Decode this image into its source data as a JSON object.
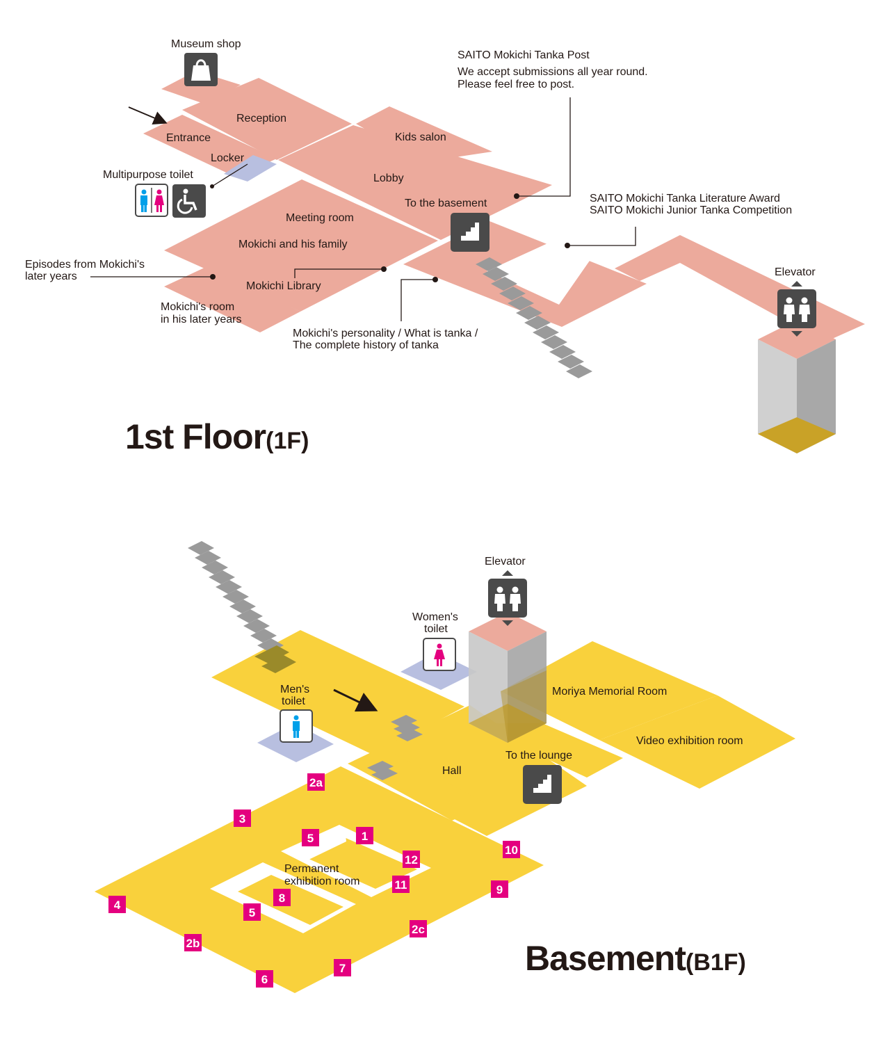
{
  "colors": {
    "floor1": "#ecaa9c",
    "basement": "#f9d13c",
    "toilet_area": "#b8bfe0",
    "stairs": "#9a9a9a",
    "icon_dark": "#4a4a4a",
    "badge": "#e4007f",
    "elevator_grey": "#c8c8c8",
    "elevator_gold": "#c9a227",
    "male": "#00a0e9",
    "female": "#e4007f"
  },
  "floor1": {
    "title_main": "1st Floor",
    "title_sub": "(1F)",
    "labels": {
      "museum_shop": "Museum shop",
      "reception": "Reception",
      "entrance": "Entrance",
      "locker": "Locker",
      "multipurpose_toilet": "Multipurpose toilet",
      "kids_salon": "Kids salon",
      "lobby": "Lobby",
      "to_basement": "To the basement",
      "meeting_room": "Meeting room",
      "mokichi_family": "Mokichi and his family",
      "mokichi_library": "Mokichi Library",
      "episodes_line1": "Episodes from Mokichi's",
      "episodes_line2": "later years",
      "room_line1": "Mokichi's room",
      "room_line2": "in his later years",
      "personality_line1": "Mokichi's personality / What is tanka /",
      "personality_line2": "The complete history of tanka",
      "tanka_post_title": "SAITO Mokichi Tanka Post",
      "tanka_post_line1": "We accept submissions all year round.",
      "tanka_post_line2": "Please feel free to post.",
      "award_line1": "SAITO Mokichi Tanka Literature Award",
      "award_line2": "SAITO Mokichi Junior Tanka Competition",
      "elevator": "Elevator"
    },
    "icons": [
      "shopping-bag-icon",
      "toilet-icon",
      "wheelchair-icon",
      "stairs-icon",
      "elevator-icon"
    ]
  },
  "basement": {
    "title_main": "Basement",
    "title_sub": "(B1F)",
    "labels": {
      "elevator": "Elevator",
      "womens_line1": "Women's",
      "womens_line2": "toilet",
      "mens_line1": "Men's",
      "mens_line2": "toilet",
      "moriya": "Moriya Memorial Room",
      "video": "Video exhibition room",
      "to_lounge": "To the lounge",
      "hall": "Hall",
      "permanent_line1": "Permanent",
      "permanent_line2": "exhibition room"
    },
    "badges": [
      "1",
      "2a",
      "2b",
      "2c",
      "3",
      "4",
      "5",
      "5",
      "6",
      "7",
      "8",
      "9",
      "10",
      "11",
      "12"
    ],
    "icons": [
      "stairs-icon",
      "elevator-icon",
      "female-toilet-icon",
      "male-toilet-icon"
    ]
  }
}
